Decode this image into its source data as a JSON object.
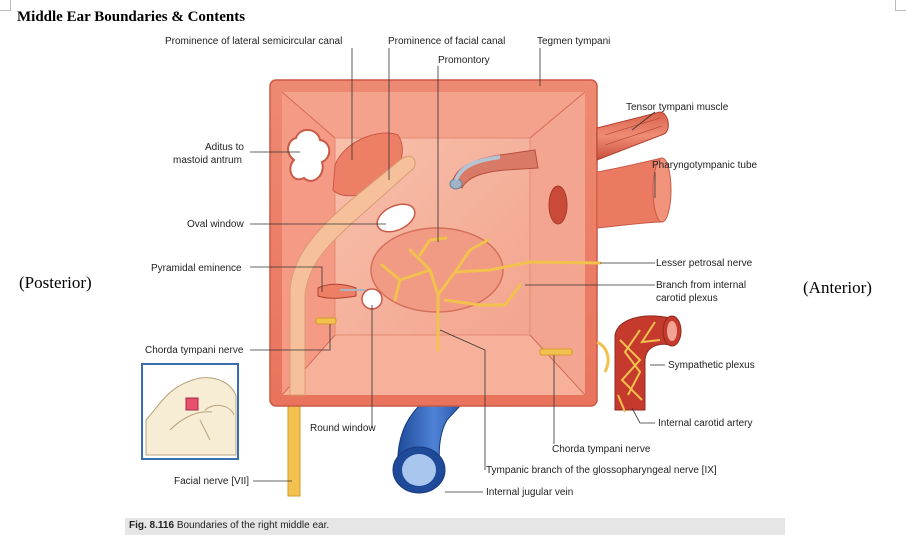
{
  "page": {
    "title": "Middle Ear Boundaries & Contents",
    "posterior": "(Posterior)",
    "anterior": "(Anterior)"
  },
  "labels": {
    "prominence_lateral_canal": "Prominence of lateral semicircular canal",
    "prominence_facial_canal": "Prominence of facial canal",
    "tegmen_tympani": "Tegmen tympani",
    "promontory": "Promontory",
    "tensor_tympani": "Tensor tympani muscle",
    "aditus_line1": "Aditus to",
    "aditus_line2": "mastoid antrum",
    "pharyngotympanic_tube": "Pharyngotympanic tube",
    "oval_window": "Oval window",
    "pyramidal_eminence": "Pyramidal eminence",
    "lesser_petrosal": "Lesser petrosal nerve",
    "branch_line1": "Branch from internal",
    "branch_line2": "carotid plexus",
    "chorda_tympani_left": "Chorda tympani nerve",
    "sympathetic_plexus": "Sympathetic plexus",
    "round_window": "Round window",
    "internal_carotid": "Internal carotid artery",
    "chorda_tympani_bottom": "Chorda tympani nerve",
    "tympanic_branch": "Tympanic branch of the glossopharyngeal nerve [IX]",
    "facial_nerve": "Facial nerve [VII]",
    "internal_jugular": "Internal jugular vein"
  },
  "caption": {
    "fig_number": "Fig. 8.116",
    "text": "Boundaries of the right middle ear."
  },
  "colors": {
    "box_outer": "#e8705c",
    "box_inner": "#f6b39f",
    "nerve": "#f2c14e",
    "vein": "#2f5fb3",
    "artery": "#c53a2c"
  }
}
